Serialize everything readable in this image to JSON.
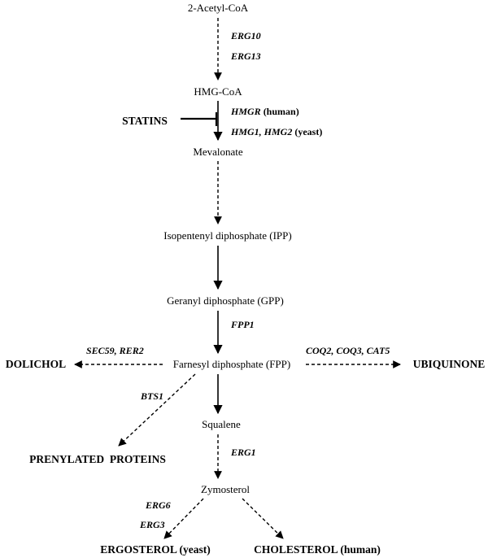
{
  "nodes": {
    "acetyl_coa": "2-Acetyl-CoA",
    "hmg_coa": "HMG-CoA",
    "mevalonate": "Mevalonate",
    "ipp": "Isopentenyl diphosphate (IPP)",
    "gpp": "Geranyl diphosphate (GPP)",
    "fpp": "Farnesyl diphosphate (FPP)",
    "squalene": "Squalene",
    "zymosterol": "Zymosterol"
  },
  "products": {
    "statins": "STATINS",
    "dolichol": "DOLICHOL",
    "ubiquinone": "UBIQUINONE",
    "prenylated_proteins": "PRENYLATED  PROTEINS",
    "ergosterol": "ERGOSTEROL (yeast)",
    "cholesterol": "CHOLESTEROL (human)"
  },
  "genes": {
    "erg10": "ERG10",
    "erg13": "ERG13",
    "hmgr": "HMGR",
    "hmgr_tag": " (human)",
    "hmg1": "HMG1",
    "sep": ", ",
    "hmg2": "HMG2",
    "hmg_tag": " (yeast)",
    "fpp1": "FPP1",
    "sec59_rer2": "SEC59, RER2",
    "coq": "COQ2, COQ3, CAT5",
    "bts1": "BTS1",
    "erg1": "ERG1",
    "erg6": "ERG6",
    "erg3": "ERG3"
  }
}
